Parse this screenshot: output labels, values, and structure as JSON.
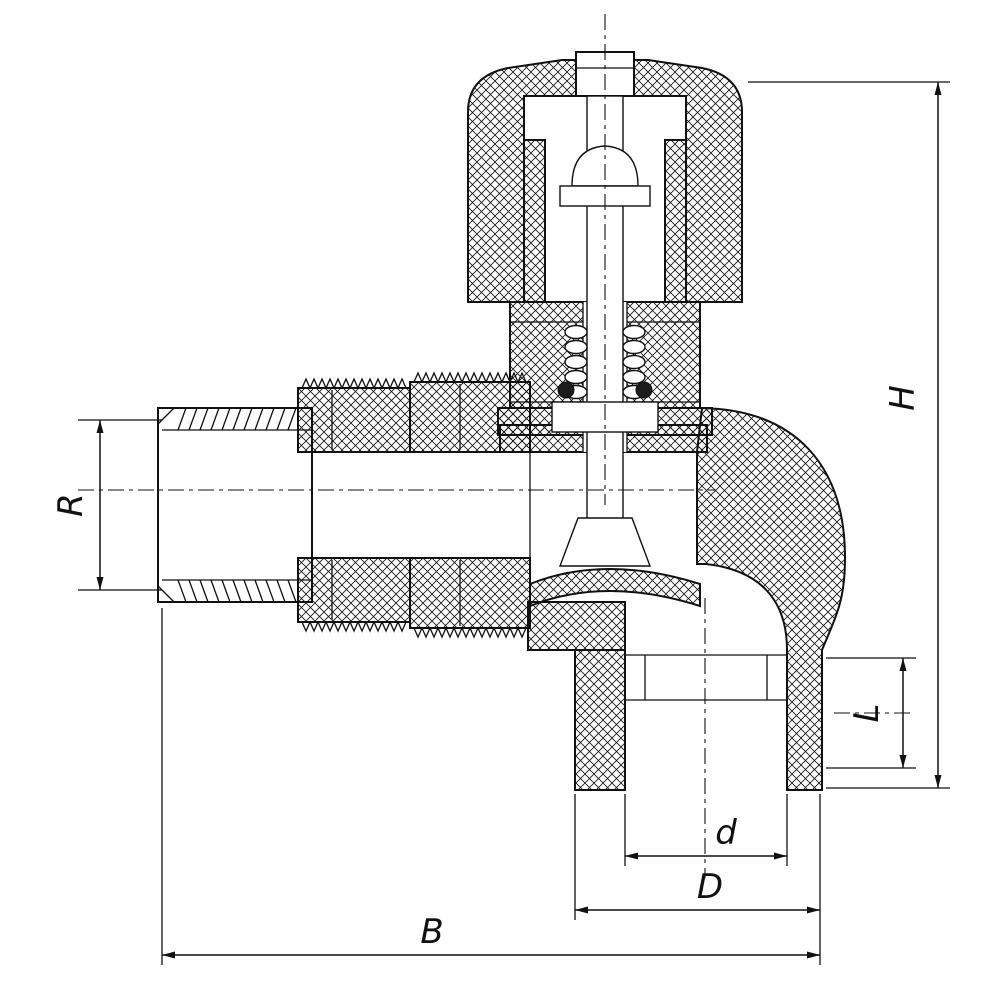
{
  "diagram": {
    "kind": "technical-drawing",
    "subject": "Angle valve cross-section with dimension callouts",
    "colors": {
      "line": "#111111",
      "background": "#ffffff"
    },
    "dimension_labels": {
      "R": "R",
      "H": "H",
      "L": "L",
      "d": "d",
      "D": "D",
      "B": "B"
    }
  }
}
